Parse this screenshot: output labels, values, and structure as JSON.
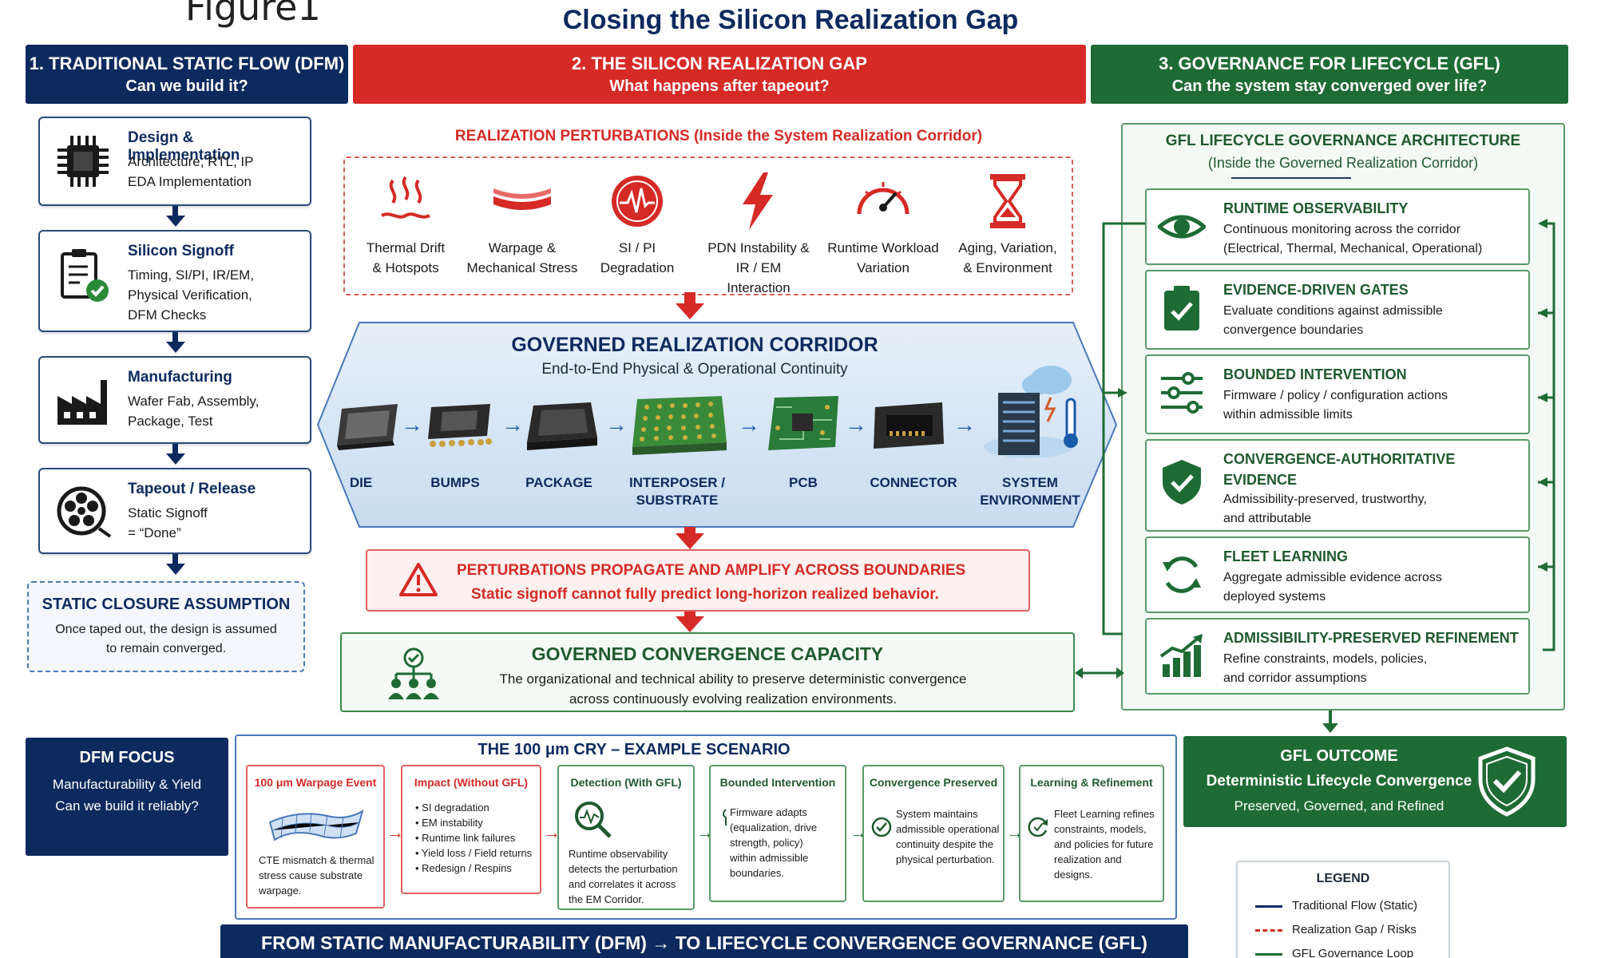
{
  "figure_label": "Figure1",
  "title": "Closing the Silicon Realization Gap",
  "headers": {
    "col1_title": "1. TRADITIONAL STATIC FLOW (DFM)",
    "col1_sub": "Can we build it?",
    "col2_title": "2. THE SILICON REALIZATION GAP",
    "col2_sub": "What happens after tapeout?",
    "col3_title": "3. GOVERNANCE FOR LIFECYCLE (GFL)",
    "col3_sub": "Can the system stay converged over life?"
  },
  "static_flow": [
    {
      "title": "Design & Implementation",
      "lines": [
        "Architecture, RTL, IP",
        "EDA Implementation"
      ],
      "icon": "chip-icon"
    },
    {
      "title": "Silicon Signoff",
      "lines": [
        "Timing, SI/PI, IR/EM,",
        "Physical Verification,",
        "DFM Checks"
      ],
      "icon": "clipboard-check-icon"
    },
    {
      "title": "Manufacturing",
      "lines": [
        "Wafer Fab, Assembly,",
        "Package, Test"
      ],
      "icon": "factory-icon"
    },
    {
      "title": "Tapeout / Release",
      "lines": [
        "Static Signoff",
        "= “Done”"
      ],
      "icon": "film-reel-icon"
    }
  ],
  "static_assumption": {
    "title": "STATIC CLOSURE ASSUMPTION",
    "line1": "Once taped out, the design is assumed",
    "line2": "to remain converged."
  },
  "perturbations": {
    "title": "REALIZATION PERTURBATIONS (Inside the System Realization Corridor)",
    "items": [
      {
        "line1": "Thermal Drift",
        "line2": "& Hotspots",
        "icon": "heat-icon"
      },
      {
        "line1": "Warpage &",
        "line2": "Mechanical Stress",
        "icon": "warpage-icon"
      },
      {
        "line1": "SI / PI",
        "line2": "Degradation",
        "icon": "signal-icon"
      },
      {
        "line1": "PDN Instability &",
        "line2": "IR / EM Interaction",
        "icon": "lightning-icon"
      },
      {
        "line1": "Runtime Workload",
        "line2": "Variation",
        "icon": "gauge-icon"
      },
      {
        "line1": "Aging, Variation,",
        "line2": "& Environment",
        "icon": "hourglass-icon"
      }
    ]
  },
  "corridor": {
    "title": "GOVERNED REALIZATION CORRIDOR",
    "subtitle": "End-to-End Physical & Operational Continuity",
    "components": [
      {
        "line1": "DIE",
        "line2": ""
      },
      {
        "line1": "BUMPS",
        "line2": ""
      },
      {
        "line1": "PACKAGE",
        "line2": ""
      },
      {
        "line1": "INTERPOSER /",
        "line2": "SUBSTRATE"
      },
      {
        "line1": "PCB",
        "line2": ""
      },
      {
        "line1": "CONNECTOR",
        "line2": ""
      },
      {
        "line1": "SYSTEM",
        "line2": "ENVIRONMENT"
      }
    ]
  },
  "propagation": {
    "title": "PERTURBATIONS PROPAGATE AND AMPLIFY ACROSS BOUNDARIES",
    "subtitle": "Static signoff cannot fully predict long-horizon realized behavior."
  },
  "capacity": {
    "title": "GOVERNED CONVERGENCE CAPACITY",
    "line1": "The organizational and technical ability to preserve deterministic convergence",
    "line2": "across continuously evolving realization environments."
  },
  "gfl": {
    "title": "GFL LIFECYCLE GOVERNANCE ARCHITECTURE",
    "subtitle": "(Inside the Governed Realization Corridor)",
    "items": [
      {
        "title1": "RUNTIME OBSERVABILITY",
        "title2": "",
        "lines": [
          "Continuous monitoring across the corridor",
          "(Electrical, Thermal, Mechanical, Operational)"
        ],
        "icon": "eye-icon"
      },
      {
        "title1": "EVIDENCE-DRIVEN GATES",
        "title2": "",
        "lines": [
          "Evaluate conditions against admissible",
          "convergence boundaries"
        ],
        "icon": "clipboard-gate-icon"
      },
      {
        "title1": "BOUNDED INTERVENTION",
        "title2": "",
        "lines": [
          "Firmware / policy / configuration actions",
          "within admissible limits"
        ],
        "icon": "sliders-icon"
      },
      {
        "title1": "CONVERGENCE-AUTHORITATIVE",
        "title2": "EVIDENCE",
        "lines": [
          "Admissibility-preserved, trustworthy,",
          "and attributable"
        ],
        "icon": "shield-check-icon"
      },
      {
        "title1": "FLEET LEARNING",
        "title2": "",
        "lines": [
          "Aggregate admissible evidence across",
          "deployed systems"
        ],
        "icon": "refresh-icon"
      },
      {
        "title1": "ADMISSIBILITY-PRESERVED REFINEMENT",
        "title2": "",
        "lines": [
          "Refine constraints, models, policies,",
          "and corridor assumptions"
        ],
        "icon": "growth-chart-icon"
      }
    ]
  },
  "dfm_focus": {
    "title": "DFM FOCUS",
    "line1": "Manufacturability & Yield",
    "line2": "Can we build it reliably?"
  },
  "scenario": {
    "title": "THE 100 μm CRY – EXAMPLE SCENARIO",
    "cards": [
      {
        "title": "100 μm Warpage Event",
        "lines": [
          "CTE mismatch & thermal",
          "stress cause substrate",
          "warpage."
        ]
      },
      {
        "title": "Impact (Without GFL)",
        "lines": [
          "• SI degradation",
          "• EM instability",
          "• Runtime link failures",
          "• Yield loss / Field returns",
          "• Redesign / Respins"
        ]
      },
      {
        "title": "Detection (With GFL)",
        "lines": [
          "Runtime observability",
          "detects the perturbation",
          "and correlates it across",
          "the EM Corridor."
        ]
      },
      {
        "title": "Bounded Intervention",
        "lines": [
          "Firmware adapts",
          "(equalization, drive",
          "strength, policy)",
          "within admissible",
          "boundaries."
        ]
      },
      {
        "title": "Convergence Preserved",
        "lines": [
          "System maintains",
          "admissible operational",
          "continuity despite the",
          "physical perturbation."
        ]
      },
      {
        "title": "Learning & Refinement",
        "lines": [
          "Fleet Learning refines",
          "constraints, models,",
          "and policies for future",
          "realization and designs."
        ]
      }
    ]
  },
  "gfl_outcome": {
    "title": "GFL OUTCOME",
    "line1": "Deterministic Lifecycle Convergence",
    "line2": "Preserved, Governed, and Refined"
  },
  "legend": {
    "title": "LEGEND",
    "items": [
      {
        "label": "Traditional Flow (Static)",
        "color": "#0d2a5e",
        "style": "solid"
      },
      {
        "label": "Realization Gap / Risks",
        "color": "#d52a26",
        "style": "dashed"
      },
      {
        "label": "GFL Governance Loop",
        "color": "#1f6b35",
        "style": "solid"
      }
    ]
  },
  "footer": "FROM STATIC MANUFACTURABILITY (DFM) → TO LIFECYCLE CONVERGENCE GOVERNANCE (GFL)",
  "colors": {
    "navy": "#0d2a5e",
    "red": "#d52a26",
    "green": "#1f6b35"
  }
}
